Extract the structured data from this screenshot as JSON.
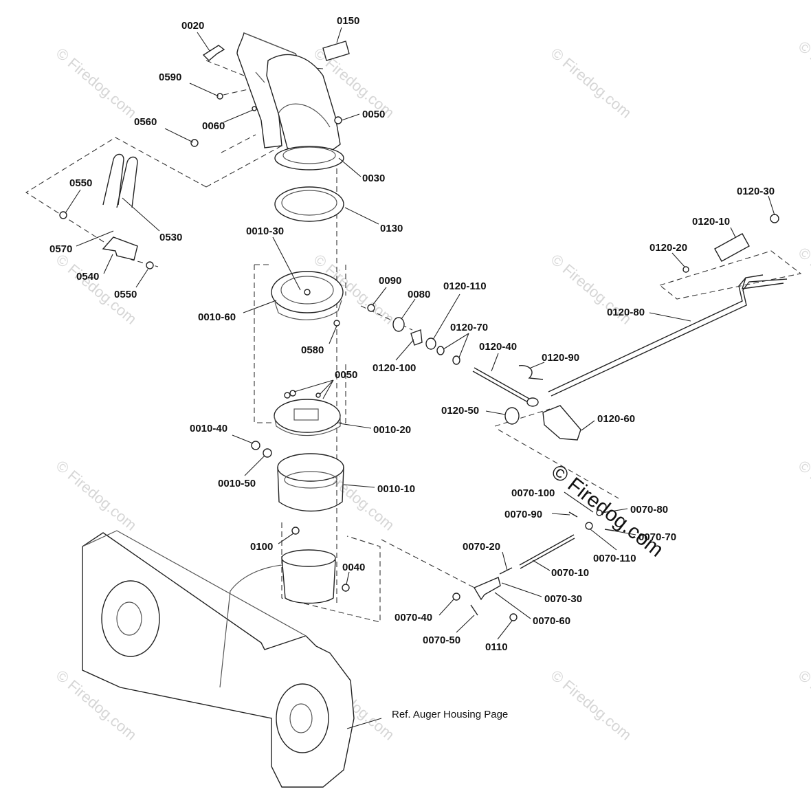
{
  "labels": {
    "p0020": "0020",
    "p0150": "0150",
    "p0590": "0590",
    "p0060": "0060",
    "p0560": "0560",
    "p0050a": "0050",
    "p0030": "0030",
    "p0550a": "0550",
    "p0530": "0530",
    "p0570": "0570",
    "p0540": "0540",
    "p0550b": "0550",
    "p0130": "0130",
    "p0010_30": "0010-30",
    "p0010_60": "0010-60",
    "p0580": "0580",
    "p0090": "0090",
    "p0080": "0080",
    "p0120_110": "0120-110",
    "p0120_70": "0120-70",
    "p0120_100": "0120-100",
    "p0120_40": "0120-40",
    "p0120_90": "0120-90",
    "p0120_30": "0120-30",
    "p0120_10": "0120-10",
    "p0120_20": "0120-20",
    "p0120_80": "0120-80",
    "p0120_50": "0120-50",
    "p0120_60": "0120-60",
    "p0050b": "0050",
    "p0010_20": "0010-20",
    "p0010_40": "0010-40",
    "p0010_50": "0010-50",
    "p0010_10": "0010-10",
    "p0070_100": "0070-100",
    "p0070_80": "0070-80",
    "p0070_90": "0070-90",
    "p0070_70": "0070-70",
    "p0070_110": "0070-110",
    "p0070_20": "0070-20",
    "p0070_10": "0070-10",
    "p0070_30": "0070-30",
    "p0070_40": "0070-40",
    "p0070_60": "0070-60",
    "p0070_50": "0070-50",
    "p0110": "0110",
    "p0100": "0100",
    "p0040": "0040"
  },
  "reference_note": "Ref. Auger Housing Page",
  "watermarks": {
    "small": "© Firedog.com",
    "large": "© Firedog.com"
  },
  "colors": {
    "line": "#222222",
    "watermark": "#d6d6d6",
    "background": "#ffffff"
  }
}
